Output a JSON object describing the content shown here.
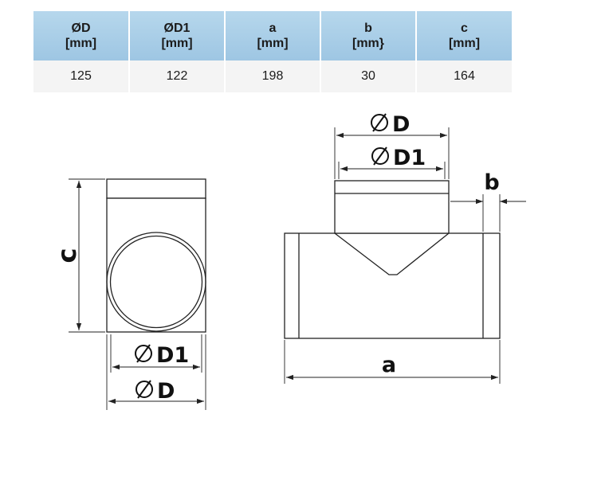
{
  "table": {
    "headers": [
      {
        "symbol": "ØD",
        "unit": "[mm]"
      },
      {
        "symbol": "ØD1",
        "unit": "[mm]"
      },
      {
        "symbol": "a",
        "unit": "[mm]"
      },
      {
        "symbol": "b",
        "unit": "[mm}"
      },
      {
        "symbol": "c",
        "unit": "[mm]"
      }
    ],
    "values": [
      "125",
      "122",
      "198",
      "30",
      "164"
    ],
    "header_color": "#a8cde6",
    "row_color": "#f4f4f4"
  },
  "drawing": {
    "side_view": {
      "label_c": "c",
      "label_d1": "D1",
      "label_d": "D"
    },
    "front_view": {
      "label_d": "D",
      "label_d1": "D1",
      "label_b": "b",
      "label_a": "a"
    },
    "diameter_symbol": "Ø",
    "line_color": "#222222"
  }
}
